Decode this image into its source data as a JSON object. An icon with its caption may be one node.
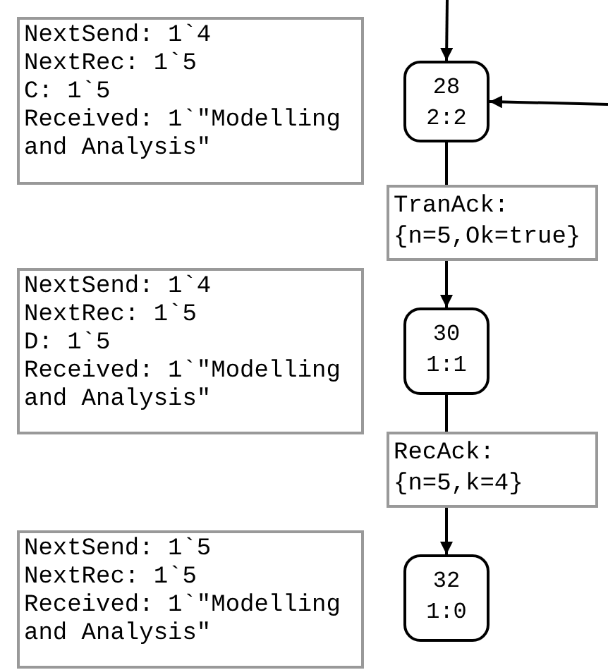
{
  "diagram": {
    "nodes": [
      {
        "text": [
          "NextSend: 1`4",
          "NextRec: 1`5",
          "C: 1`5",
          "Received: 1`\"Modelling and Analysis\""
        ]
      },
      {
        "text": [
          "28",
          "2:2"
        ]
      },
      {
        "text": [
          "NextSend: 1`4",
          "NextRec: 1`5",
          "D: 1`5",
          "Received: 1`\"Modelling and Analysis\""
        ]
      },
      {
        "text": [
          "30",
          "1:1"
        ]
      },
      {
        "text": [
          "NextSend: 1`5",
          "NextRec: 1`5",
          "Received: 1`\"Modelling and Analysis\""
        ]
      },
      {
        "text": [
          "32",
          "1:0"
        ]
      }
    ],
    "edges": [
      {
        "from": null,
        "to": 1,
        "arrow": "to"
      },
      {
        "from": null,
        "to": 1,
        "arrow": "to"
      },
      {
        "from": 1,
        "to": 3,
        "arrow": "to",
        "label": "TranAck: {n=5,Ok=true}"
      },
      {
        "from": 3,
        "to": 5,
        "arrow": "to",
        "label": "RecAck: {n=5,k=4}"
      }
    ]
  }
}
